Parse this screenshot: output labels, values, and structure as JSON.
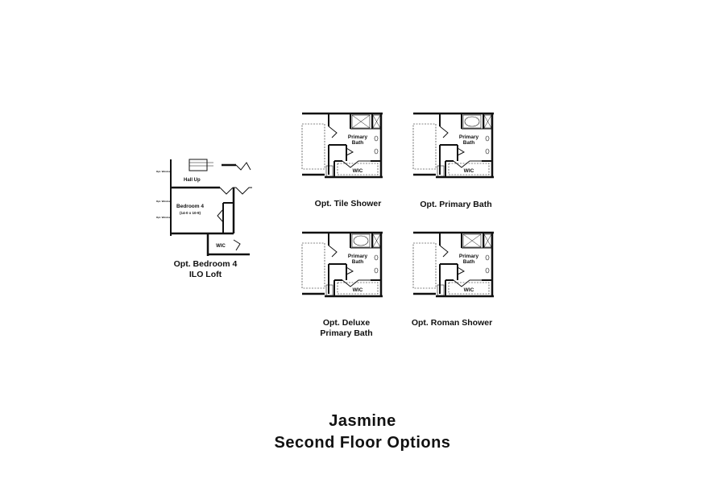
{
  "plans": {
    "bedroom4": {
      "caption_line1": "Opt. Bedroom 4",
      "caption_line2": "ILO Loft",
      "room_label": "Bedroom 4",
      "room_size": "(14-0 x 10-9)",
      "hall_label": "Hall Up",
      "closet_label": "WIC",
      "window_label": "Opt. Window"
    },
    "tile_shower": {
      "caption": "Opt. Tile Shower",
      "bath_label_1": "Primary",
      "bath_label_2": "Bath",
      "closet_label": "WIC"
    },
    "primary_bath": {
      "caption": "Opt. Primary Bath",
      "bath_label_1": "Primary",
      "bath_label_2": "Bath",
      "closet_label": "WIC"
    },
    "deluxe_bath": {
      "caption_line1": "Opt. Deluxe",
      "caption_line2": "Primary Bath",
      "bath_label_1": "Primary",
      "bath_label_2": "Bath",
      "closet_label": "WIC"
    },
    "roman_shower": {
      "caption": "Opt. Roman Shower",
      "bath_label_1": "Primary",
      "bath_label_2": "Bath",
      "closet_label": "WIC"
    }
  },
  "title": {
    "line1": "Jasmine",
    "line2": "Second Floor Options"
  }
}
